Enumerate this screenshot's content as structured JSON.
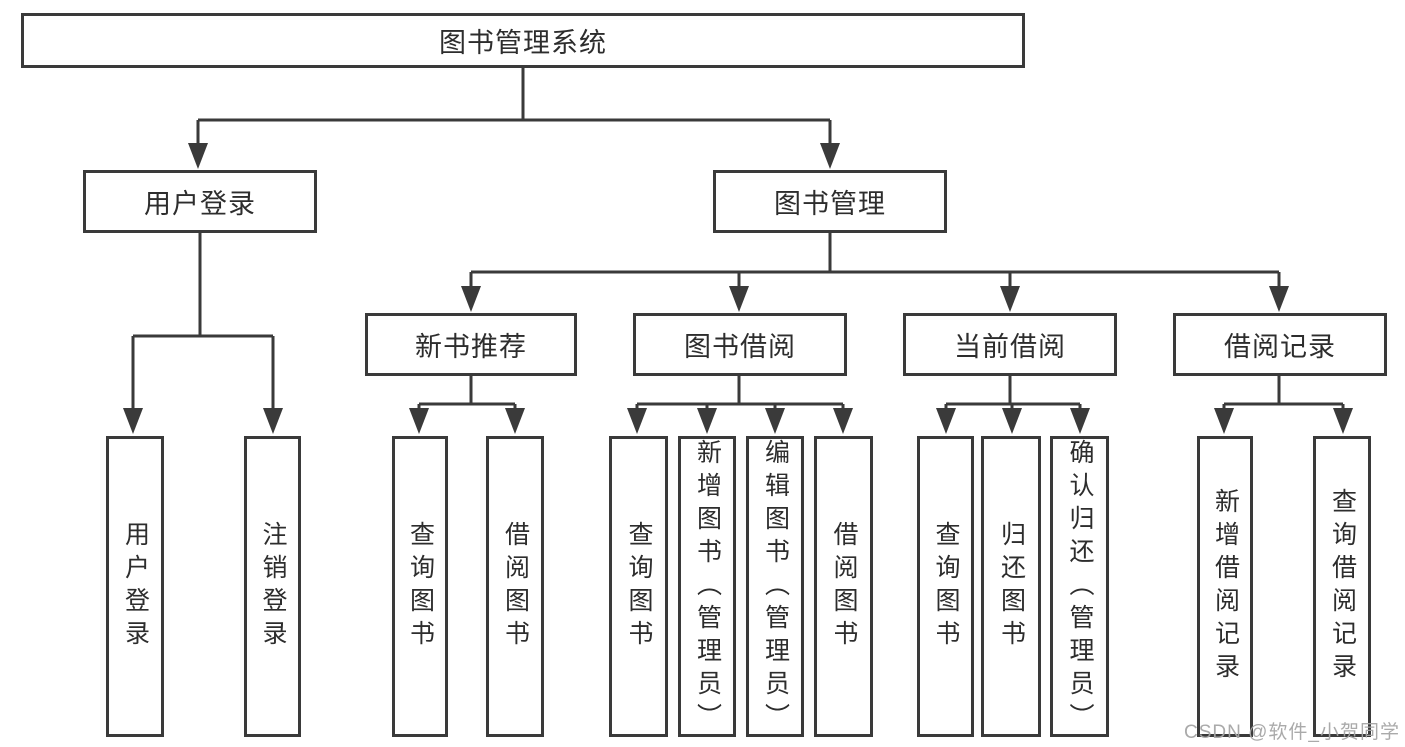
{
  "diagram": {
    "root": {
      "label": "图书管理系统"
    },
    "level1": [
      {
        "label": "用户登录"
      },
      {
        "label": "图书管理"
      }
    ],
    "level2": [
      {
        "label": "新书推荐"
      },
      {
        "label": "图书借阅"
      },
      {
        "label": "当前借阅"
      },
      {
        "label": "借阅记录"
      }
    ],
    "leaves": [
      {
        "label": "用户登录"
      },
      {
        "label": "注销登录"
      },
      {
        "label": "查询图书"
      },
      {
        "label": "借阅图书"
      },
      {
        "label": "查询图书"
      },
      {
        "label": "新增图书（管理员）"
      },
      {
        "label": "编辑图书（管理员）"
      },
      {
        "label": "借阅图书"
      },
      {
        "label": "查询图书"
      },
      {
        "label": "归还图书"
      },
      {
        "label": "确认归还（管理员）"
      },
      {
        "label": "新增借阅记录"
      },
      {
        "label": "查询借阅记录"
      }
    ]
  },
  "watermark": {
    "text": "CSDN @软件_小贺同学"
  },
  "colors": {
    "line": "#3a3a3a",
    "box_border": "#3a3a3a",
    "text": "#2d2d2d",
    "background": "#ffffff",
    "watermark": "#a5a5a5"
  }
}
